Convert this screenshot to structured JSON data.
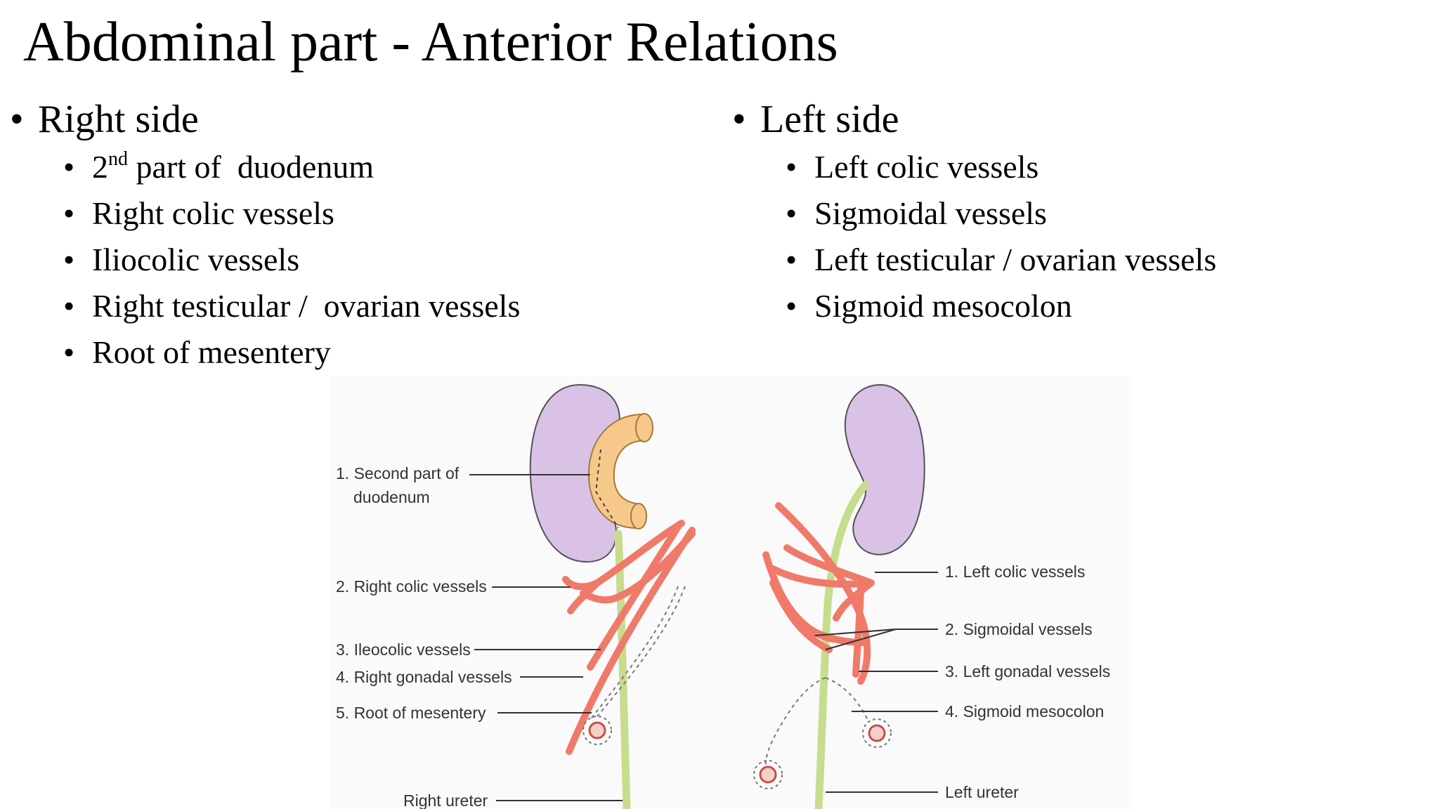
{
  "title": "Abdominal part - Anterior Relations",
  "right_side": {
    "heading": "Right side",
    "items": [
      {
        "pre": "2",
        "sup": "nd",
        "post": " part of  duodenum"
      },
      {
        "text": "Right colic vessels"
      },
      {
        "text": "Iliocolic vessels"
      },
      {
        "text": "Right testicular /  ovarian vessels"
      },
      {
        "text": "Root of mesentery"
      }
    ]
  },
  "left_side": {
    "heading": "Left side",
    "items": [
      {
        "text": "Left colic vessels"
      },
      {
        "text": "Sigmoidal vessels"
      },
      {
        "text": "Left testicular / ovarian vessels"
      },
      {
        "text": "Sigmoid mesocolon"
      }
    ]
  },
  "figure": {
    "right_labels": {
      "duodenum_1": "1. Second part of",
      "duodenum_2": "duodenum",
      "colic": "2. Right colic vessels",
      "ileocolic": "3. Ileocolic vessels",
      "gonadal": "4. Right gonadal vessels",
      "mesentery": "5. Root of mesentery",
      "ureter": "Right ureter"
    },
    "left_labels": {
      "colic": "1. Left colic vessels",
      "sigmoidal": "2. Sigmoidal vessels",
      "gonadal": "3. Left gonadal vessels",
      "mesocolon": "4. Sigmoid mesocolon",
      "ureter": "Left ureter"
    },
    "colors": {
      "kidney": "#d9c2e6",
      "kidney_stroke": "#55505a",
      "duodenum": "#f6c98a",
      "vessel": "#f07a6a",
      "vessel_stroke": "#d84f45",
      "ureter": "#c7dd8e",
      "ureter_stroke": "#5a8a35"
    }
  }
}
